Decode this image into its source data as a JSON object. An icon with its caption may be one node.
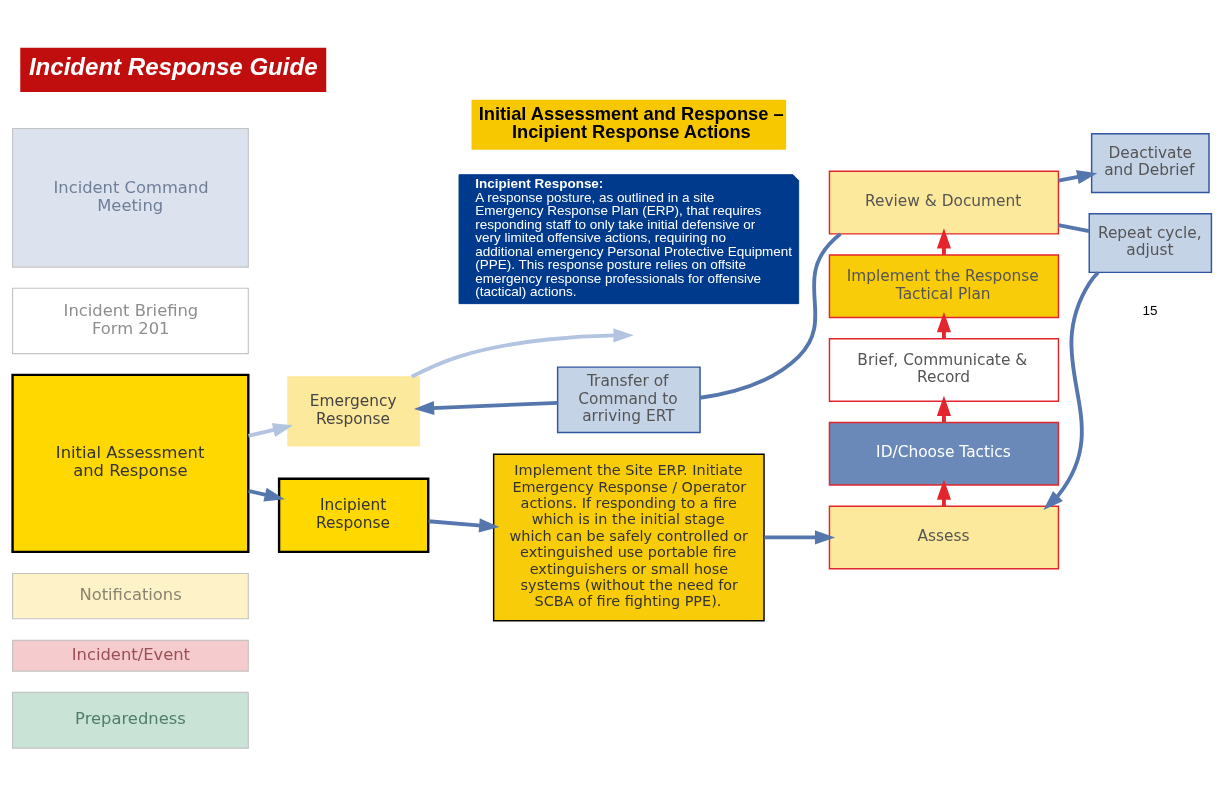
{
  "diagram": {
    "title": "Incident Response Guide",
    "nodes": [
      {
        "text": [
          "Incident Command Meeting"
        ]
      },
      {
        "text": [
          "Incident Briefing Form 201"
        ]
      },
      {
        "text": [
          "Initial Assessment and Response"
        ]
      },
      {
        "text": [
          "Notifications"
        ]
      },
      {
        "text": [
          "Incident/Event"
        ]
      },
      {
        "text": [
          "Preparedness"
        ]
      },
      {
        "text": [
          "Incipient Response:",
          "A response posture, as outlined in a site Emergency Response Plan (ERP), that requires responding staff to only take initial defensive or very limited offensive actions, requiring no additional emergency Personal Protective Equipment (PPE). This response posture relies on offsite emergency response professionals for offensive (tactical) actions."
        ]
      },
      {
        "text": [
          "Transfer of Command to arriving ERT"
        ]
      },
      {
        "text": [
          "Emergency Response"
        ]
      },
      {
        "text": [
          "Incipient Response"
        ]
      },
      {
        "text": [
          "Implement the Site ERP. Initiate Emergency Response / Operator actions. If responding to a fire which is in the initial stage which can be safely controlled or extinguished use portable fire extinguishers or small hose systems (without the need for SCBA of fire fighting PPE)."
        ]
      },
      {
        "text": [
          "Review & Document"
        ]
      },
      {
        "text": [
          "Implement the Response Tactical Plan"
        ]
      },
      {
        "text": [
          "Brief, Communicate & Record"
        ]
      },
      {
        "text": [
          "ID/Choose Tactics"
        ]
      },
      {
        "text": [
          "Assess"
        ]
      },
      {
        "text": [
          "Deactivate and Debrief"
        ]
      },
      {
        "text": [
          "Repeat cycle, adjust"
        ]
      }
    ],
    "edges": [
      {
        "from": 11,
        "to": 7,
        "arrow": "none"
      },
      {
        "from": 7,
        "to": 8,
        "arrow": "to"
      },
      {
        "from": 2,
        "to": 8,
        "arrow": "to",
        "color": "#b3c4e0"
      },
      {
        "from": 8,
        "to": null,
        "arrow": "to",
        "color": "#b3c4e0"
      },
      {
        "from": 2,
        "to": 9,
        "arrow": "to"
      },
      {
        "from": 9,
        "to": 10,
        "arrow": "to"
      },
      {
        "from": 10,
        "to": 15,
        "arrow": "to"
      },
      {
        "from": 15,
        "to": 14,
        "arrow": "to",
        "color": "#e3262d"
      },
      {
        "from": 14,
        "to": 13,
        "arrow": "to",
        "color": "#e3262d"
      },
      {
        "from": 13,
        "to": 12,
        "arrow": "to",
        "color": "#e3262d"
      },
      {
        "from": 12,
        "to": 11,
        "arrow": "to",
        "color": "#e3262d"
      },
      {
        "from": 11,
        "to": 16,
        "arrow": "to"
      },
      {
        "from": 11,
        "to": 17,
        "arrow": "none"
      },
      {
        "from": 17,
        "to": 15,
        "arrow": "to"
      }
    ],
    "labels": [
      "Initial Assessment and Response – Incipient Response Actions",
      "15"
    ]
  }
}
